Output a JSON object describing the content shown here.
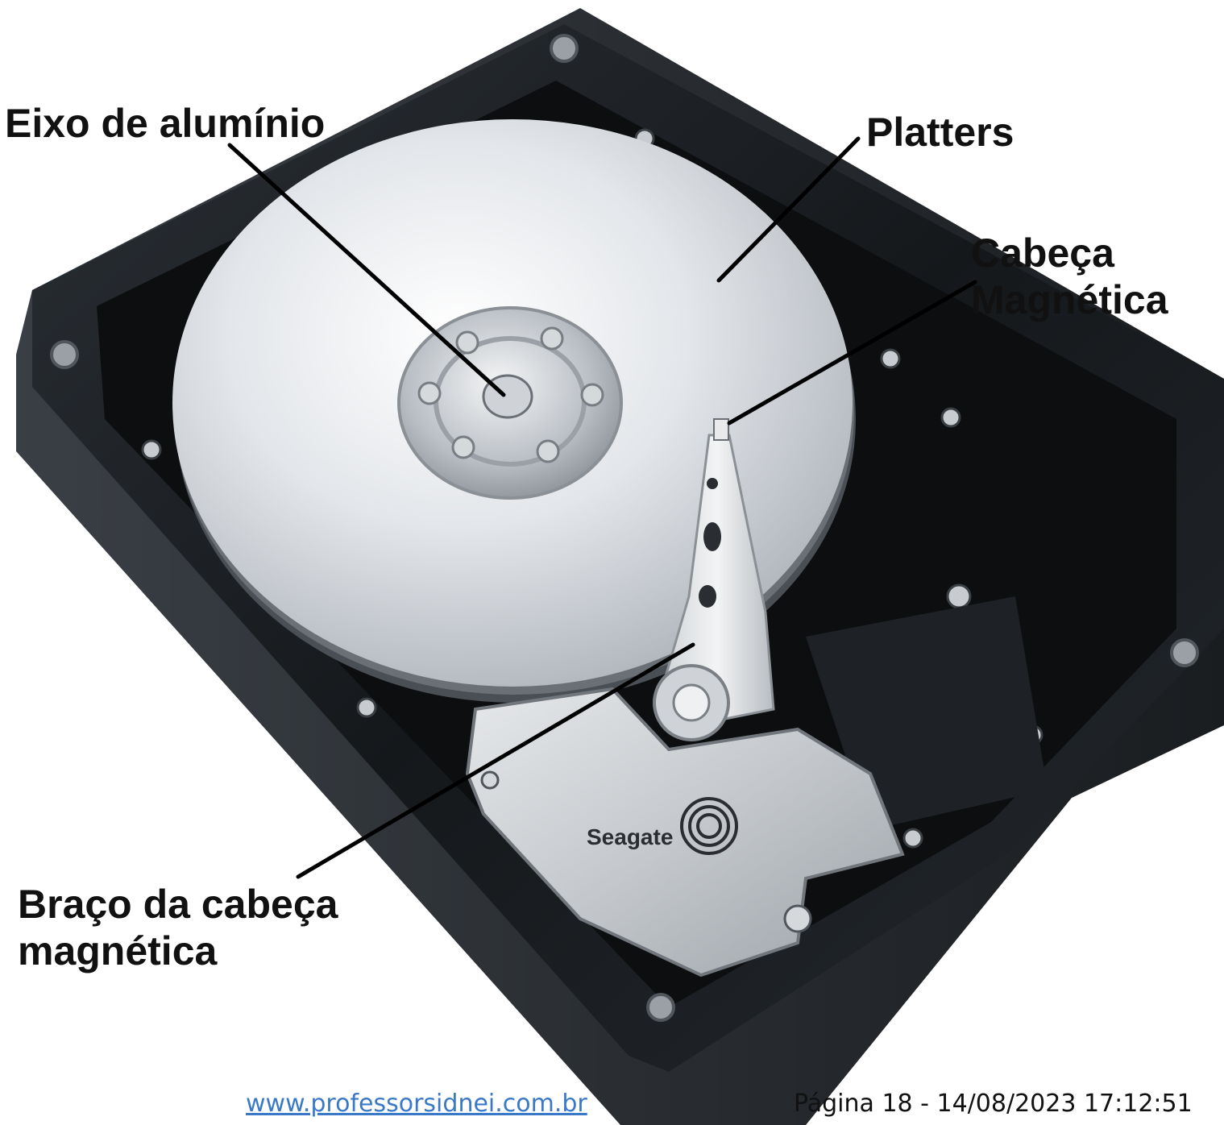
{
  "labels": {
    "spindle": "Eixo de alumínio",
    "platters": "Platters",
    "head_line1": "Cabeça",
    "head_line2": "Magnética",
    "arm_line1": "Braço da cabeça",
    "arm_line2": "magnética"
  },
  "brand": {
    "logo_text": "Seagate"
  },
  "footer": {
    "website": "www.professorsidnei.com.br",
    "page_info": "Página 18 - 14/08/2023 17:12:51"
  },
  "colors": {
    "footer_link": "#3a78c8",
    "label_text": "#111111",
    "chassis": "#1c2024",
    "platter": "#d9dde2"
  }
}
